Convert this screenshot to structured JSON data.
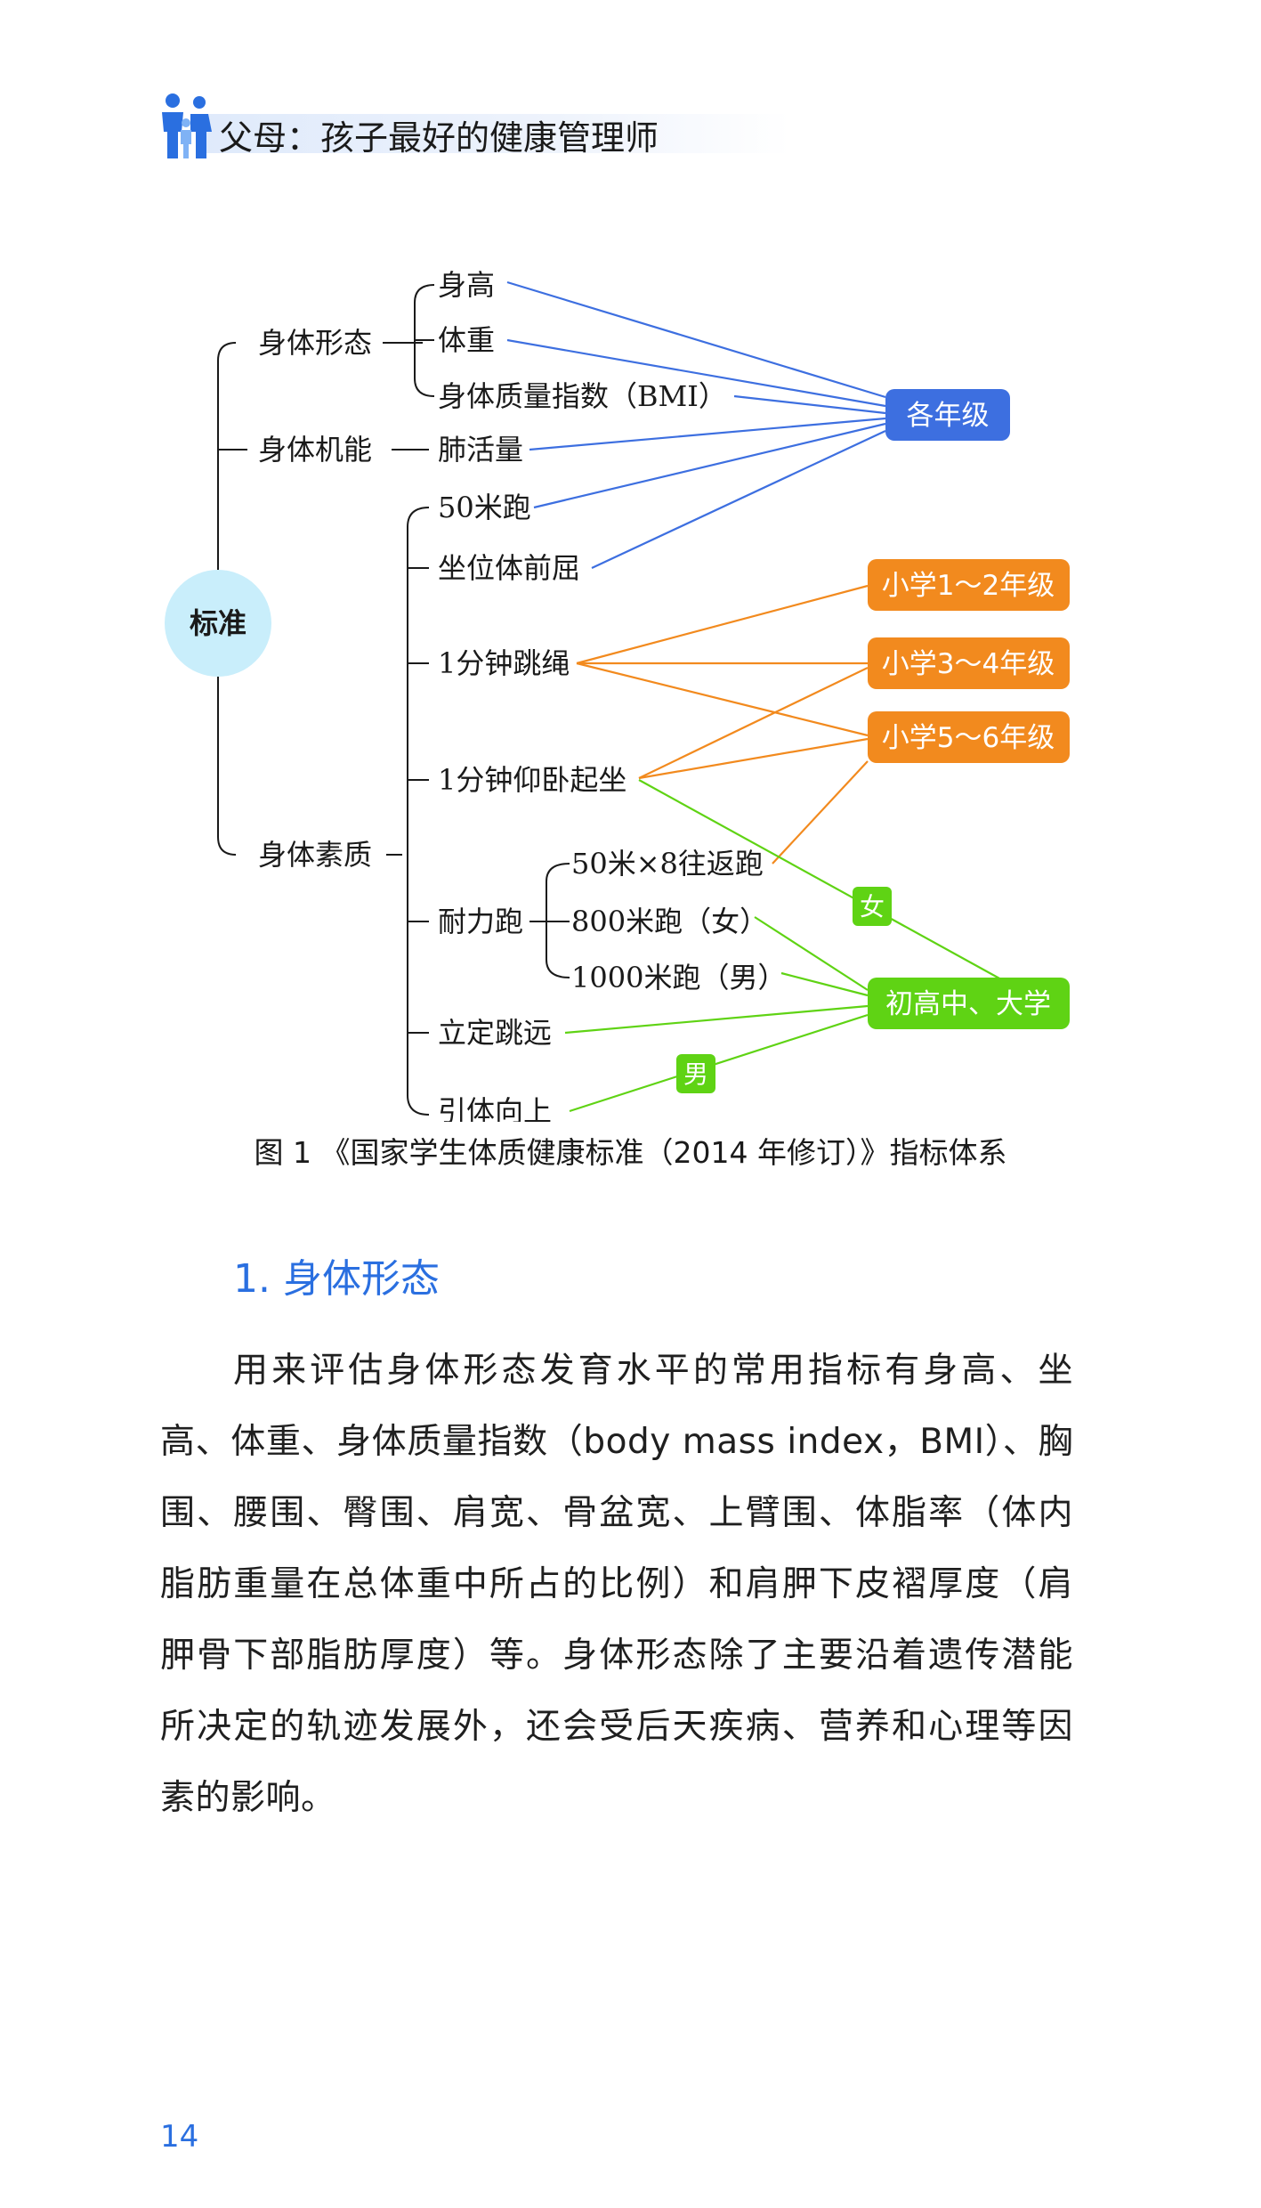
{
  "header": {
    "title": "父母：孩子最好的健康管理师",
    "icon": "family-icon"
  },
  "diagram": {
    "root": "标准",
    "categories": [
      {
        "label": "身体形态",
        "items": [
          "身高",
          "体重",
          "身体质量指数（BMI）"
        ]
      },
      {
        "label": "身体机能",
        "items": [
          "肺活量"
        ]
      },
      {
        "label": "身体素质",
        "items": [
          "50米跑",
          "坐位体前屈",
          "1分钟跳绳",
          "1分钟仰卧起坐",
          "耐力跑",
          "立定跳远",
          "引体向上"
        ]
      }
    ],
    "endurance_subitems": [
      "50米×8往返跑",
      "800米跑（女）",
      "1000米跑（男）"
    ],
    "grade_tags": [
      {
        "label": "各年级",
        "color": "#3d6fe0"
      },
      {
        "label": "小学1～2年级",
        "color": "#f28a1e"
      },
      {
        "label": "小学3～4年级",
        "color": "#f28a1e"
      },
      {
        "label": "小学5～6年级",
        "color": "#f28a1e"
      },
      {
        "label": "初高中、大学",
        "color": "#5fd314"
      }
    ],
    "gender_tags": {
      "female": "女",
      "male": "男"
    },
    "root_color": "#c9eefb"
  },
  "caption": "图 1 《国家学生体质健康标准（2014 年修订）》指标体系",
  "section": {
    "heading": "1. 身体形态",
    "paragraph": "用来评估身体形态发育水平的常用指标有身高、坐高、体重、身体质量指数（body mass index，BMI）、胸围、腰围、臀围、肩宽、骨盆宽、上臂围、体脂率（体内脂肪重量在总体重中所占的比例）和肩胛下皮褶厚度（肩胛骨下部脂肪厚度）等。身体形态除了主要沿着遗传潜能所决定的轨迹发展外，还会受后天疾病、营养和心理等因素的影响。"
  },
  "page_number": "14"
}
